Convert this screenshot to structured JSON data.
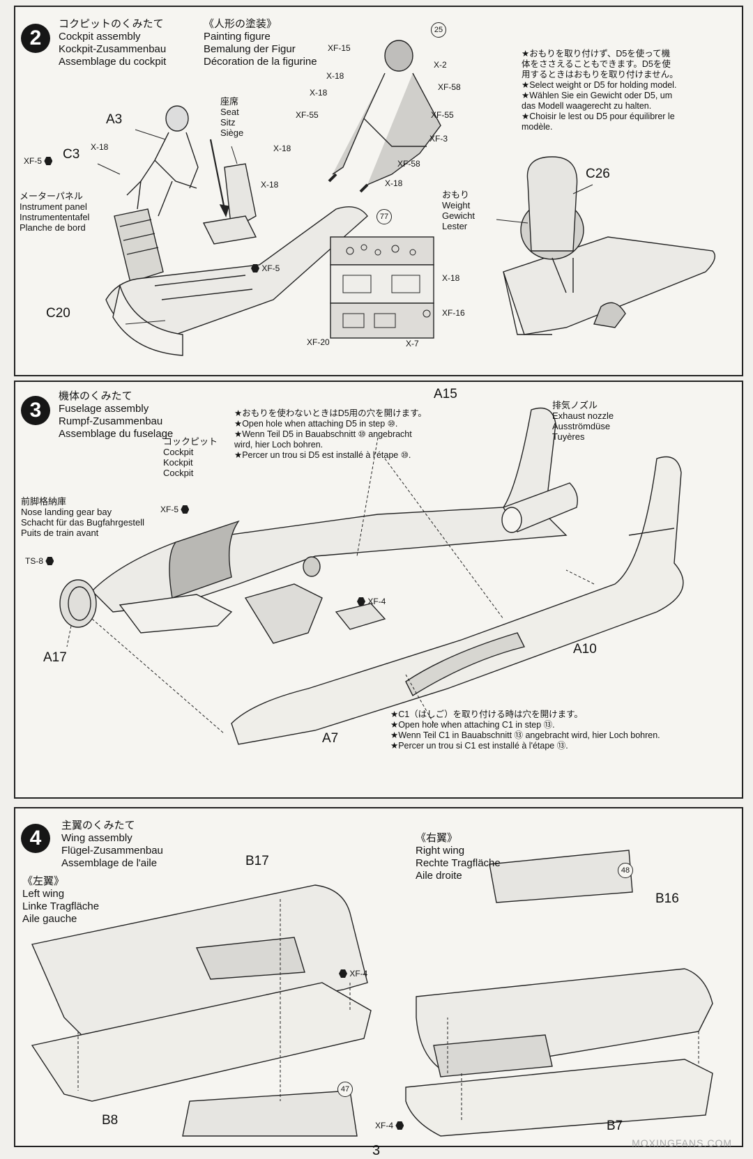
{
  "step2": {
    "number": "2",
    "title": [
      "コクピットのくみたて",
      "Cockpit assembly",
      "Kockpit-Zusammenbau",
      "Assemblage du cockpit"
    ],
    "figure_title": [
      "《人形の塗装》",
      "Painting figure",
      "Bemalung der Figur",
      "Décoration de la figurine"
    ],
    "seat_label": [
      "座席",
      "Seat",
      "Sitz",
      "Siège"
    ],
    "instrument_label": [
      "メーターパネル",
      "Instrument panel",
      "Instrumententafel",
      "Planche de bord"
    ],
    "weight_note": [
      "★おもりを取り付けず、D5を使って機",
      "体をささえることもできます。D5を使",
      "用するときはおもりを取り付けません。",
      "★Select weight or D5 for holding model.",
      "★Wählen Sie ein Gewicht oder D5, um",
      "das Modell waagerecht zu halten.",
      "★Choisir le lest ou D5 pour équilibrer le",
      "modèle."
    ],
    "weight_label": [
      "おもり",
      "Weight",
      "Gewicht",
      "Lester"
    ],
    "parts": {
      "a3": "A3",
      "c3": "C3",
      "c20": "C20",
      "c26": "C26"
    },
    "ref_25": "25",
    "ref_77": "77",
    "colors": {
      "xf5_left": "XF-5",
      "x18_a": "X-18",
      "x18_b": "X-18",
      "xf5_right": "XF-5",
      "xf15": "XF-15",
      "x18_fig1": "X-18",
      "x18_fig2": "X-18",
      "xf55_fig": "XF-55",
      "x18_fig3": "X-18",
      "x2": "X-2",
      "xf58_a": "XF-58",
      "xf55_b": "XF-55",
      "xf3": "XF-3",
      "xf58_b": "XF-58",
      "x18_fig4": "X-18",
      "x18_panel": "X-18",
      "xf16": "XF-16",
      "xf20": "XF-20",
      "x7": "X-7"
    }
  },
  "step3": {
    "number": "3",
    "title": [
      "機体のくみたて",
      "Fuselage assembly",
      "Rumpf-Zusammenbau",
      "Assemblage du fuselage"
    ],
    "hole_note": [
      "★おもりを使わないときはD5用の穴を開けます。",
      "★Open hole when attaching D5 in step ⑩.",
      "★Wenn Teil D5 in Bauabschnitt ⑩ angebracht",
      "wird, hier Loch bohren.",
      "★Percer un trou si D5 est installé à l'étape ⑩."
    ],
    "exhaust_label": [
      "排気ノズル",
      "Exhaust nozzle",
      "Ausströmdüse",
      "Tuyères"
    ],
    "cockpit_label": [
      "コックピット",
      "Cockpit",
      "Kockpit",
      "Cockpit"
    ],
    "gear_label": [
      "前脚格納庫",
      "Nose landing gear bay",
      "Schacht für das Bugfahrgestell",
      "Puits de train avant"
    ],
    "c1_note": [
      "★C1（はしご）を取り付ける時は穴を開けます。",
      "★Open hole when attaching C1 in step ⑬.",
      "★Wenn Teil C1 in Bauabschnitt ⑬ angebracht wird, hier Loch bohren.",
      "★Percer un trou si C1 est installé à l'étape ⑬."
    ],
    "parts": {
      "a15": "A15",
      "a17": "A17",
      "a10": "A10",
      "a7": "A7"
    },
    "colors": {
      "xf5": "XF-5",
      "ts8": "TS-8",
      "xf4": "XF-4"
    }
  },
  "step4": {
    "number": "4",
    "title": [
      "主翼のくみたて",
      "Wing assembly",
      "Flügel-Zusammenbau",
      "Assemblage de l'aile"
    ],
    "left_wing": [
      "《左翼》",
      "Left wing",
      "Linke Tragfläche",
      "Aile gauche"
    ],
    "right_wing": [
      "《右翼》",
      "Right wing",
      "Rechte Tragfläche",
      "Aile droite"
    ],
    "parts": {
      "b17": "B17",
      "b8": "B8",
      "b16": "B16",
      "b7": "B7"
    },
    "ref_48": "48",
    "ref_47": "47",
    "colors": {
      "xf4_left": "XF-4",
      "xf4_right": "XF-4"
    }
  },
  "page_number": "3",
  "watermark": "MOXINGFANS.COM"
}
